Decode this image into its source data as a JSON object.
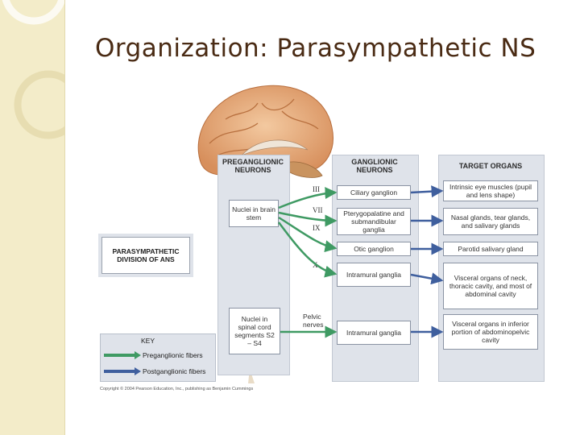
{
  "title": "Organization: Parasympathetic NS",
  "figure": {
    "columns": {
      "preganglionic": "PREGANGLIONIC NEURONS",
      "ganglionic": "GANGLIONIC NEURONS",
      "target": "TARGET ORGANS"
    },
    "preganglionic_boxes": {
      "brain_stem": "Nuclei in brain stem",
      "spinal_cord": "Nuclei in spinal cord segments S2 – S4"
    },
    "nerves": [
      "III",
      "VII",
      "IX",
      "X",
      "Pelvic nerves"
    ],
    "ganglia": [
      "Ciliary ganglion",
      "Pterygopalatine and submandibular ganglia",
      "Otic ganglion",
      "Intramural ganglia",
      "Intramural ganglia"
    ],
    "targets": [
      "Intrinsic eye muscles (pupil and lens shape)",
      "Nasal glands, tear glands, and salivary glands",
      "Parotid salivary gland",
      "Visceral organs of neck, thoracic cavity, and most of abdominal cavity",
      "Visceral organs in inferior portion of abdominopelvic cavity"
    ],
    "division_label": "PARASYMPATHETIC DIVISION OF ANS",
    "key": {
      "title": "KEY",
      "preganglionic": "Preganglionic fibers",
      "postganglionic": "Postganglionic fibers"
    },
    "copyright": "Copyright © 2004 Pearson Education, Inc., publishing as Benjamin Cummings"
  },
  "colors": {
    "preganglionic_arrow": "#3f9a63",
    "postganglionic_arrow": "#3f5f9e",
    "column_bg": "#dfe3ea",
    "title": "#4a2b14",
    "side_strip": "#f3ecc9"
  }
}
